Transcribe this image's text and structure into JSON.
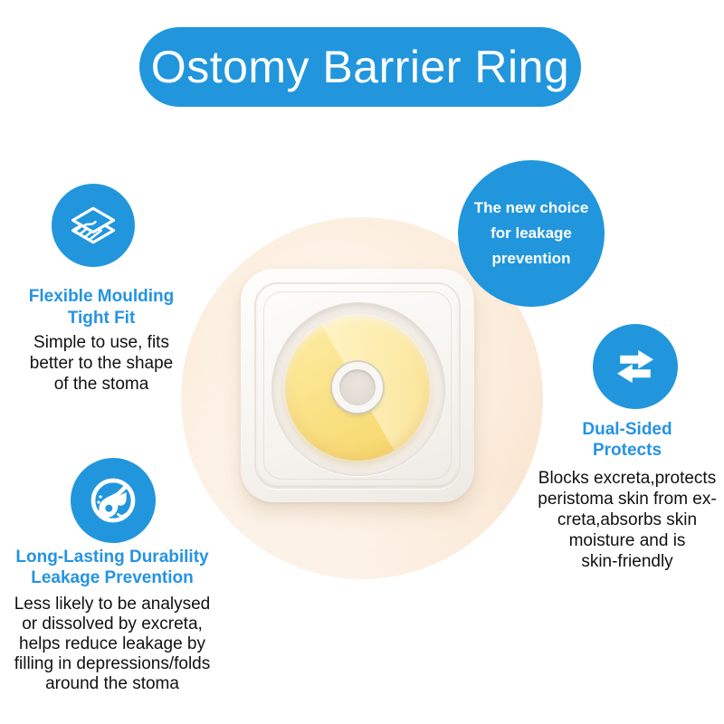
{
  "title": {
    "text": "Ostomy Barrier Ring"
  },
  "badge": {
    "text": "The new choice\nfor leakage\nprevention"
  },
  "features": [
    {
      "id": "flexible-moulding",
      "icon": "layers-icon",
      "heading": "Flexible Moulding\nTight Fit",
      "body": "Simple to use, fits\nbetter to the shape\nof the stoma"
    },
    {
      "id": "long-lasting-durability",
      "icon": "no-leak-droplets-icon",
      "heading": "Long-Lasting Durability\nLeakage Prevention",
      "body": "Less likely to be analysed\nor dissolved by excreta,\nhelps reduce leakage by\nfilling in depressions/folds\naround the stoma"
    },
    {
      "id": "dual-sided-protects",
      "icon": "dual-arrows-icon",
      "heading": "Dual-Sided\nProtects",
      "body": "Blocks excreta,protects\nperistoma skin from ex-\ncreta,absorbs skin\nmoisture and is\nskin-friendly"
    }
  ],
  "colors": {
    "accent_blue": "#2196dd",
    "heading_blue": "#2593e2",
    "ring_yellow": "#fae288",
    "backdrop_peach": "#f8e0c8",
    "body_text": "#111111"
  }
}
